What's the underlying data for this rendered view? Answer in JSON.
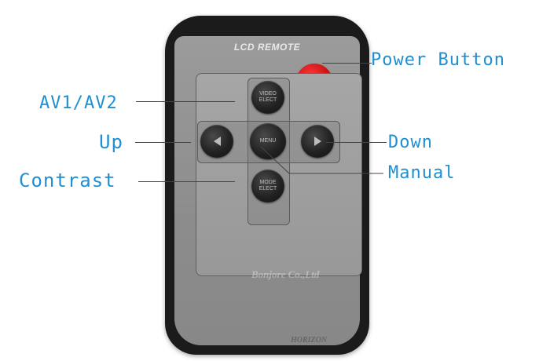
{
  "remote": {
    "title": "LCD REMOTE",
    "buttons": {
      "top": "VIDEO ELECT",
      "center": "MENU",
      "bottom": "MODE ELECT"
    },
    "watermarks": [
      "Bonjore Co.,Ltd",
      "HORIZON"
    ]
  },
  "labels": {
    "power": "Power Button",
    "av": "AV1/AV2",
    "up": "Up",
    "down": "Down",
    "contrast": "Contrast",
    "manual": "Manual"
  },
  "colors": {
    "label": "#1f8fd1",
    "power_button": "#cc1111",
    "remote_body": "#1b1b1b",
    "remote_face": "#8f8f8f"
  },
  "icons": [
    "power-icon",
    "left-arrow-icon",
    "right-arrow-icon"
  ]
}
